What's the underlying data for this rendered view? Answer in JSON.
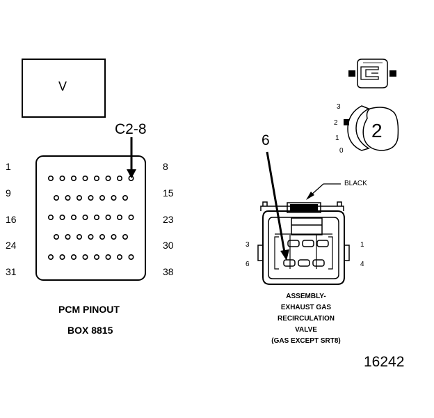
{
  "view_label": "V",
  "pcm": {
    "callout": "C2-8",
    "pin_labels": {
      "row1_left": "1",
      "row1_right": "8",
      "row2_left": "9",
      "row2_right": "15",
      "row3_left": "16",
      "row3_right": "23",
      "row4_left": "24",
      "row4_right": "30",
      "row5_left": "31",
      "row5_right": "38"
    },
    "title_line1": "PCM PINOUT",
    "title_line2": "BOX 8815"
  },
  "egr": {
    "callout": "6",
    "color_label": "BLACK",
    "pin_3": "3",
    "pin_1": "1",
    "pin_6": "6",
    "pin_4": "4",
    "caption": [
      "ASSEMBLY-",
      "EXHAUST GAS",
      "RECIRCULATION",
      "VALVE",
      "(GAS EXCEPT SRT8)"
    ]
  },
  "orientation": {
    "positions": [
      "3",
      "2",
      "1",
      "0"
    ],
    "selected": "2"
  },
  "figure_number": "16242"
}
